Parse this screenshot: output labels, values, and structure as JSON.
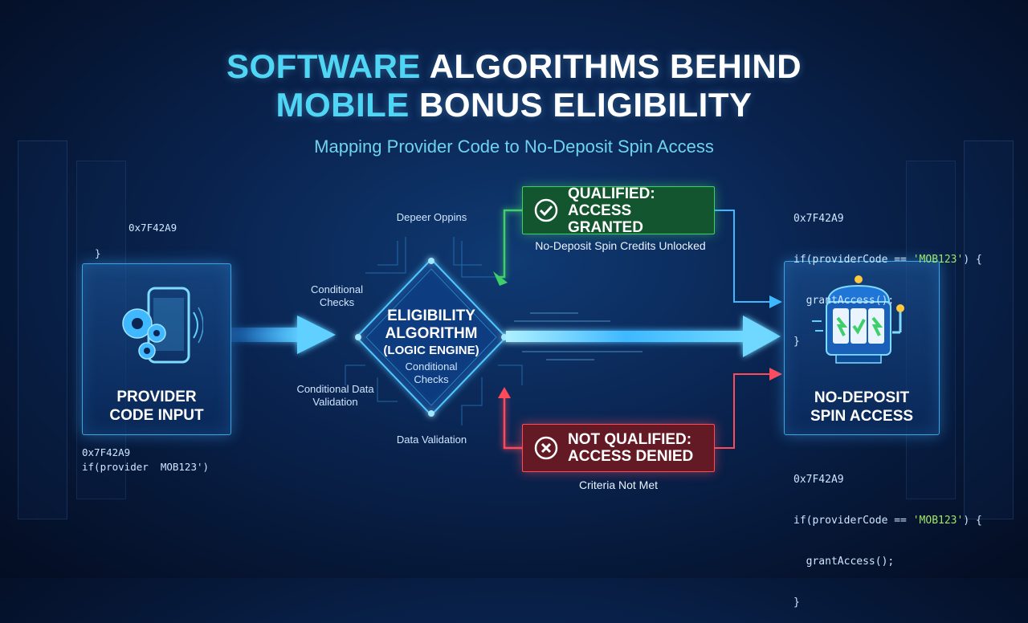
{
  "title": {
    "line1_accent": "SOFTWARE",
    "line1_rest": "ALGORITHMS BEHIND",
    "line2_accent": "MOBILE",
    "line2_rest": "BONUS ELIGIBILITY"
  },
  "subtitle": "Mapping Provider Code to No-Deposit Spin Access",
  "input_panel": {
    "label_line1": "PROVIDER",
    "label_line2": "CODE INPUT"
  },
  "left_code": {
    "top_hex": "0x7F42A9",
    "top_brace": "}",
    "bottom_hex": "0x7F42A9",
    "bottom_line": "if(provider  MOB123')"
  },
  "engine": {
    "line1": "ELIGIBILITY",
    "line2": "ALGORITHM",
    "line3": "(LOGIC ENGINE)",
    "inner_checks": "Conditional Checks",
    "top_label": "Depeer Oppins",
    "left_checks": "Conditional Checks",
    "left_validation": "Conditional Data Validation",
    "bottom_validation": "Data Validation"
  },
  "qualified": {
    "line1": "QUALIFIED:",
    "line2": "ACCESS GRANTED",
    "caption": "No-Deposit Spin Credits Unlocked",
    "color": "#3fcf6a"
  },
  "not_qualified": {
    "line1": "NOT QUALIFIED:",
    "line2": "ACCESS DENIED",
    "caption": "Criteria Not Met",
    "color": "#ff4a5a"
  },
  "output_panel": {
    "label_line1": "NO-DEPOSIT",
    "label_line2": "SPIN ACCESS"
  },
  "right_code_top": {
    "hex": "0x7F42A9",
    "line2_a": "if(providerCode == ",
    "line2_hl": "'MOB123'",
    "line2_b": ") {",
    "line3": "  grantAccess();",
    "line4": "}"
  },
  "right_code_bottom": {
    "hex": "0x7F42A9",
    "line2_a": "if(providerCode == ",
    "line2_hl": "'MOB123'",
    "line2_b": ") {",
    "line3": "  grantAccess();",
    "line4": "}"
  },
  "colors": {
    "accent": "#4fd6f5",
    "flow_blue": "#3fb8ff",
    "granted_green": "#3fcf6a",
    "denied_red": "#ff4a5a"
  }
}
